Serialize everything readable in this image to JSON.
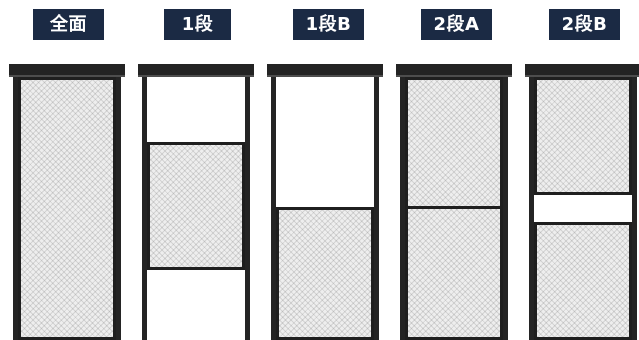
{
  "variants": [
    {
      "label": "全面"
    },
    {
      "label": "1段"
    },
    {
      "label": "1段B"
    },
    {
      "label": "2段A"
    },
    {
      "label": "2段B"
    }
  ],
  "colors": {
    "label_background": "#1b2a44",
    "label_text": "#ffffff",
    "frame": "#232323",
    "mesh": "#eeeeee"
  }
}
